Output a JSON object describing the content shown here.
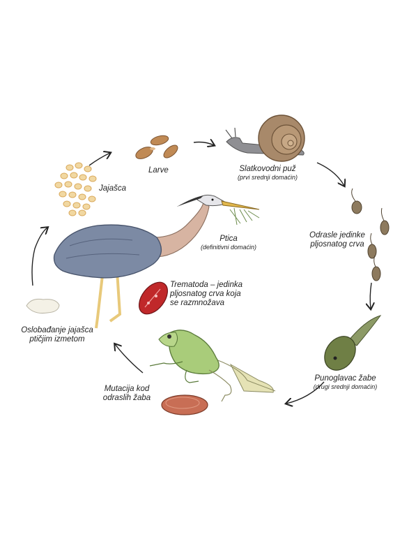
{
  "diagram": {
    "stages": {
      "eggs": "Jajašca",
      "larvae": "Larve",
      "snail": "Slatkovodni puž",
      "snail_sub": "(prvi srednji domaćin)",
      "adults": "Odrasle jedinke pljosnatog crva",
      "tadpole": "Punoglavac žabe",
      "tadpole_sub": "(drugi srednji domaćin)",
      "frog": "Mutacija kod odraslih žaba",
      "release": "Oslobađanje jajašca ptičjim izmetom",
      "bird": "Ptica",
      "bird_sub": "(definitivni domaćin)",
      "trematode": "Trematoda – jedinka pljosnatog crva koja se razmnožava"
    },
    "colors": {
      "heron_body": "#7c8aa4",
      "heron_neck": "#d7b4a2",
      "heron_legs": "#e8c97a",
      "snail_shell": "#a8896a",
      "tadpole": "#6f7f45",
      "frog": "#a9cc7a",
      "eggs": "#f1d8a2",
      "larvae": "#c08a55",
      "trematode": "#c0282a",
      "cyst": "#c86e55",
      "arrow": "#222222"
    }
  }
}
